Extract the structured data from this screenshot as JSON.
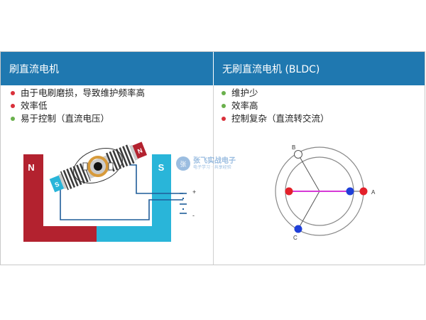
{
  "left_panel": {
    "title": "刷直流电机",
    "bullets": [
      {
        "text": "由于电刷磨损，导致维护频率高",
        "color": "#d9303a"
      },
      {
        "text": "效率低",
        "color": "#d9303a"
      },
      {
        "text": "易于控制（直流电压）",
        "color": "#6ab04c"
      }
    ],
    "diagram": {
      "magnet_n_label": "N",
      "magnet_s_label": "S",
      "rotor_n_label": "N",
      "rotor_s_label": "S",
      "battery_plus": "+",
      "battery_minus": "-",
      "colors": {
        "north": "#b3222f",
        "south": "#29b5d9",
        "wire": "#1f5d99",
        "rotor": "#cccccc",
        "commutator": "#d79a3a"
      }
    }
  },
  "right_panel": {
    "title": "无刷直流电机 (BLDC)",
    "bullets": [
      {
        "text": "维护少",
        "color": "#6ab04c"
      },
      {
        "text": "效率高",
        "color": "#6ab04c"
      },
      {
        "text": "控制复杂（直流转交流）",
        "color": "#d9303a"
      }
    ],
    "diagram": {
      "label_a": "A",
      "label_b": "B",
      "label_c": "C",
      "colors": {
        "rotor_bar": "#d63ad6",
        "red_dot": "#e3202a",
        "blue_dot": "#1f3fd8",
        "ring": "#888888"
      }
    }
  },
  "watermark": {
    "logo_text": "张",
    "main_text": "张飞实战电子",
    "sub_text": "电子学习 · 共享经验"
  },
  "theme": {
    "header_bg": "#1f78b0",
    "header_text": "#ffffff"
  }
}
